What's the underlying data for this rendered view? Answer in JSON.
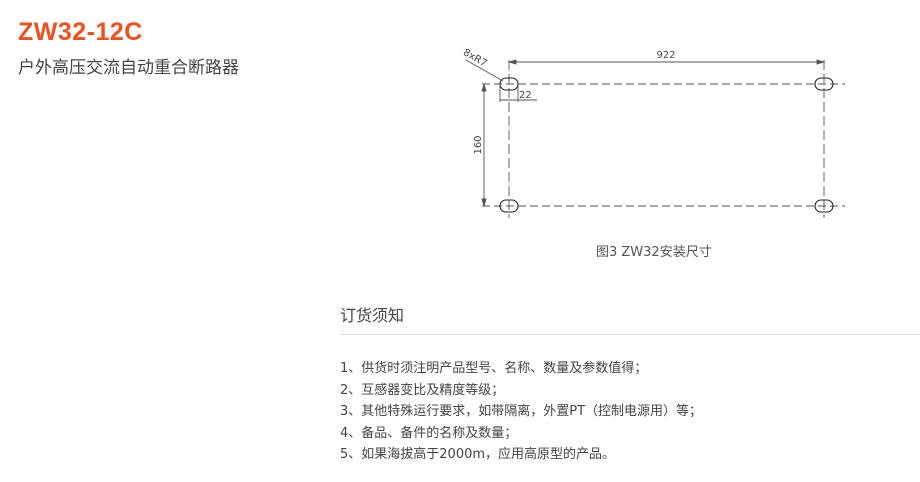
{
  "header": {
    "model": "ZW32-12C",
    "name": "户外高压交流自动重合断路器"
  },
  "drawing": {
    "hole_label": "8xR7",
    "width_dim": "922",
    "height_dim": "160",
    "offset_dim": "22",
    "caption": "图3  ZW32安装尺寸"
  },
  "order_notes": {
    "title": "订货须知",
    "items": [
      "1、供货时须注明产品型号、名称、数量及参数值得；",
      "2、互感器变比及精度等级；",
      "3、其他特殊运行要求，如带隔离，外置PT（控制电源用）等；",
      "4、备品、备件的名称及数量；",
      "5、如果海拔高于2000m，应用高原型的产品。"
    ]
  }
}
